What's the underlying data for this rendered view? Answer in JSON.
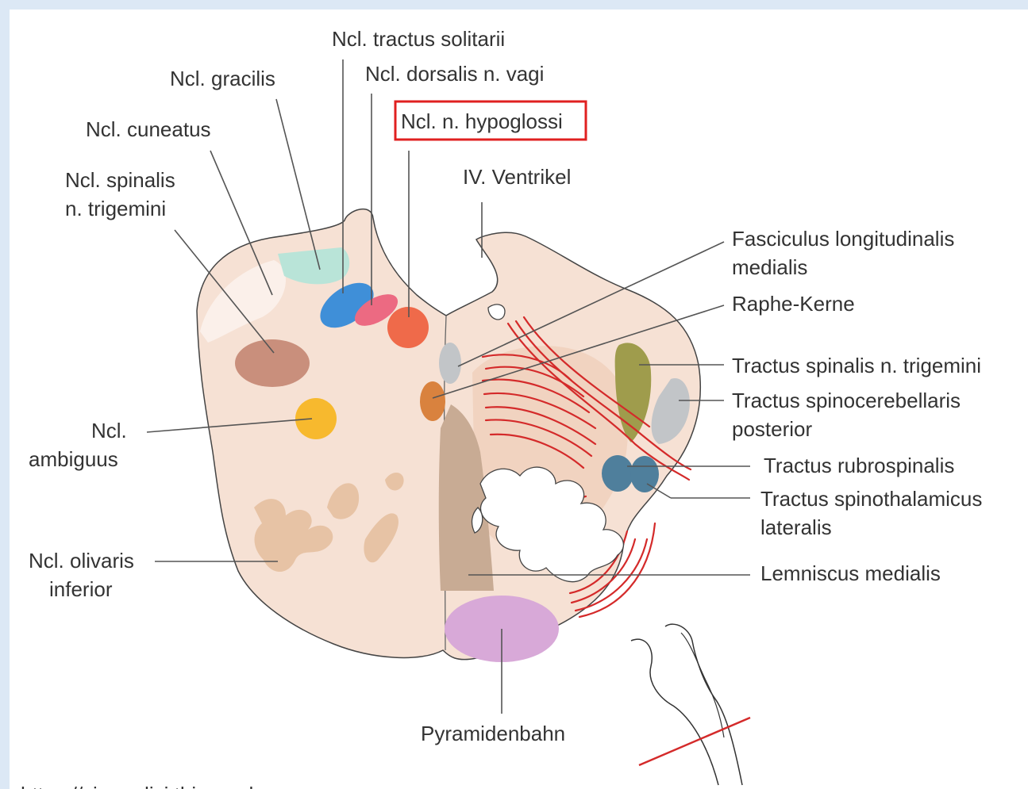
{
  "labels": {
    "tractus_solitarii": "Ncl. tractus solitarii",
    "gracilis": "Ncl. gracilis",
    "dorsalis_vagi": "Ncl. dorsalis n. vagi",
    "cuneatus": "Ncl. cuneatus",
    "hypoglossi": "Ncl. n. hypoglossi",
    "spinalis_trigemini_1": "Ncl. spinalis",
    "spinalis_trigemini_2": "n. trigemini",
    "ventrikel": "IV. Ventrikel",
    "flm_1": "Fasciculus longitudinalis",
    "flm_2": "medialis",
    "raphe": "Raphe-Kerne",
    "tr_spinalis_trigemini": "Tractus spinalis n. trigemini",
    "spinocerebellaris_1": "Tractus spinocerebellaris",
    "spinocerebellaris_2": "posterior",
    "ambiguus_1": "Ncl.",
    "ambiguus_2": "ambiguus",
    "rubrospinalis": "Tractus rubrospinalis",
    "spinothalamicus_1": "Tractus spinothalamicus",
    "spinothalamicus_2": "lateralis",
    "olivaris_1": "Ncl. olivaris",
    "olivaris_2": "inferior",
    "lemniscus": "Lemniscus medialis",
    "pyramidenbahn": "Pyramidenbahn"
  },
  "highlight": {
    "label": "hypoglossi",
    "color": "#e02020"
  },
  "colors": {
    "medulla": "#f6e1d4",
    "gracilis": "#b9e4d8",
    "cuneatus": "#fbf0ea",
    "tractus_solitarii": "#3f8fd8",
    "dorsalis_vagi": "#ec6a82",
    "hypoglossi": "#ef6a4a",
    "spinalis_trigemini": "#c98f7c",
    "ambiguus": "#f7b92e",
    "olive": "#e7c3a5",
    "raphe": "#d9823e",
    "flm": "#c2c5c8",
    "tr_spinalis_trigemini": "#9f9c4c",
    "spinocerebellaris": "#c2c5c8",
    "rubrospinalis": "#4f7f9c",
    "spinothalamicus": "#4f7f9c",
    "lemniscus": "#c8ab94",
    "pyramidenbahn": "#d8a9d8",
    "fibers": "#d42a2a"
  },
  "footer": {
    "url": "https://viamedici.thieme.de"
  }
}
